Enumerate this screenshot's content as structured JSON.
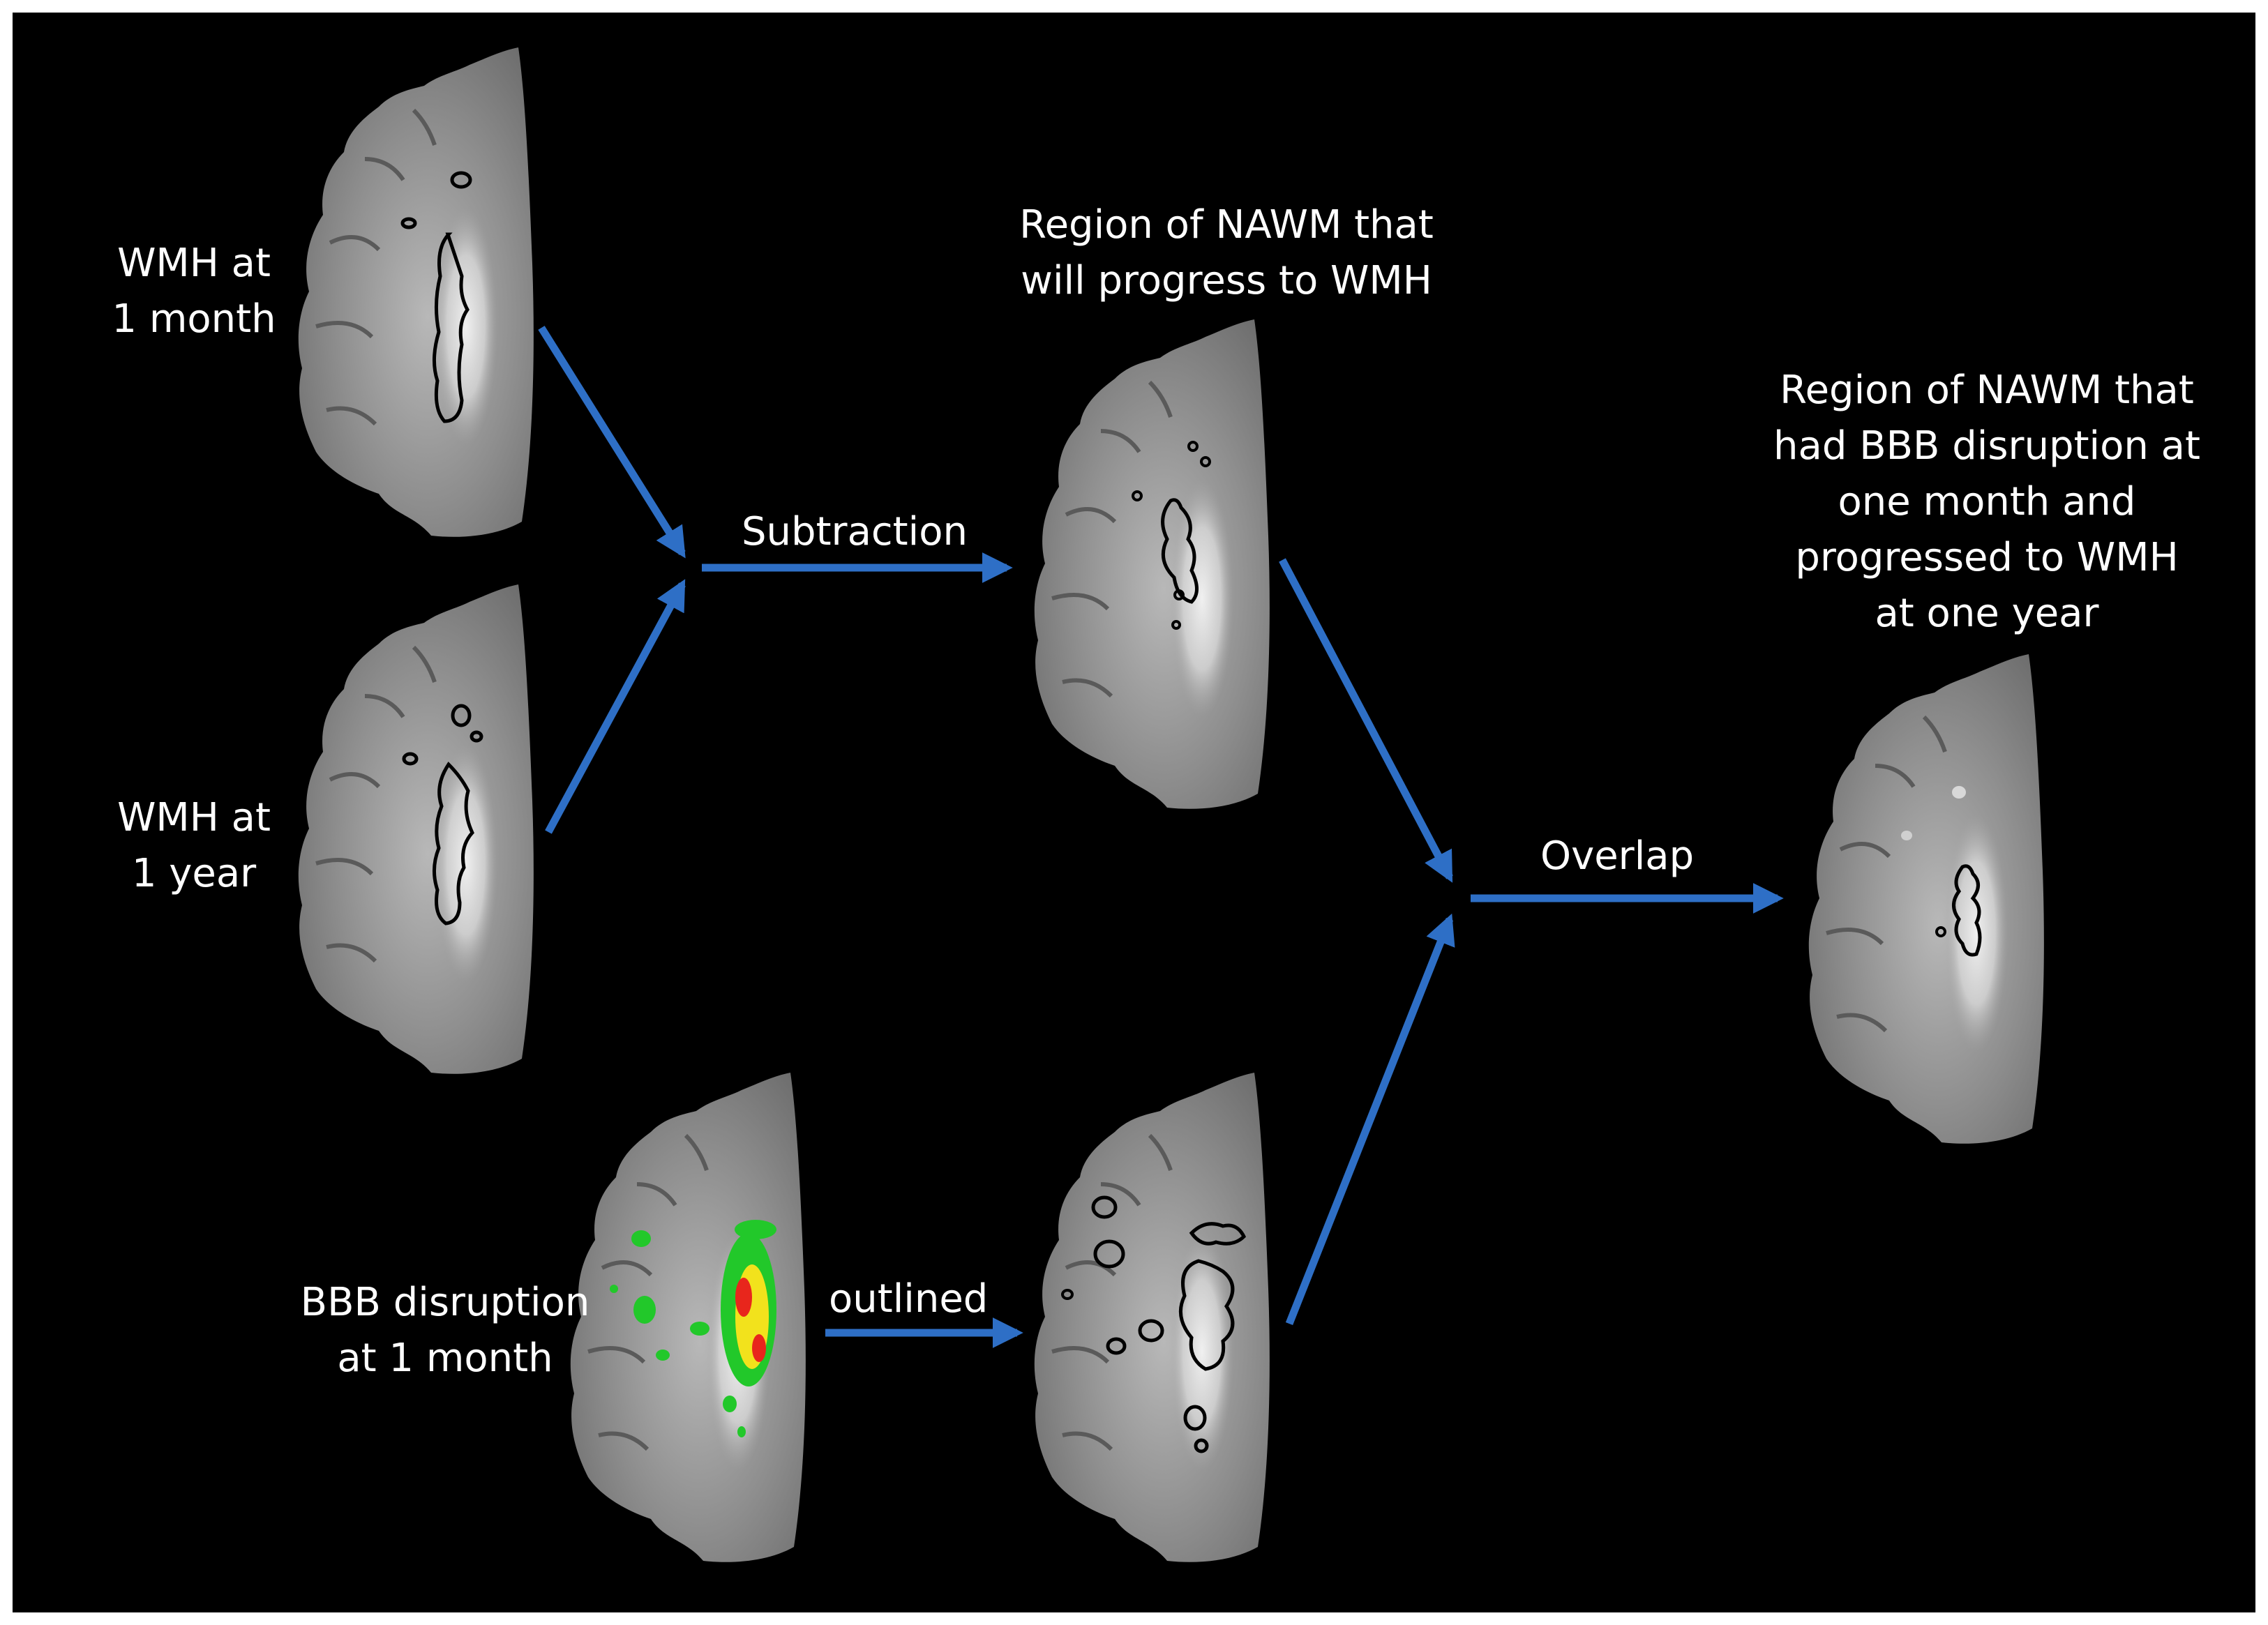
{
  "labels": {
    "wmh_1_month": "WMH at\n1 month",
    "wmh_1_year": "WMH at\n1 year",
    "bbb_1_month": "BBB disruption\nat 1 month",
    "nawm_progress": "Region of NAWM that\nwill progress to WMH",
    "nawm_bbb_result": "Region of NAWM that\nhad BBB disruption at\none month and\nprogressed to WMH\nat one year"
  },
  "operations": {
    "subtraction": "Subtraction",
    "outlined": "outlined",
    "overlap": "Overlap"
  },
  "colors": {
    "background": "#000000",
    "arrow": "#2e6fc6",
    "brain_tissue": "#9a9a9a",
    "outline": "#000000",
    "bbb_low": "#22c82a",
    "bbb_mid": "#f2e21c",
    "bbb_high": "#e8261c"
  }
}
